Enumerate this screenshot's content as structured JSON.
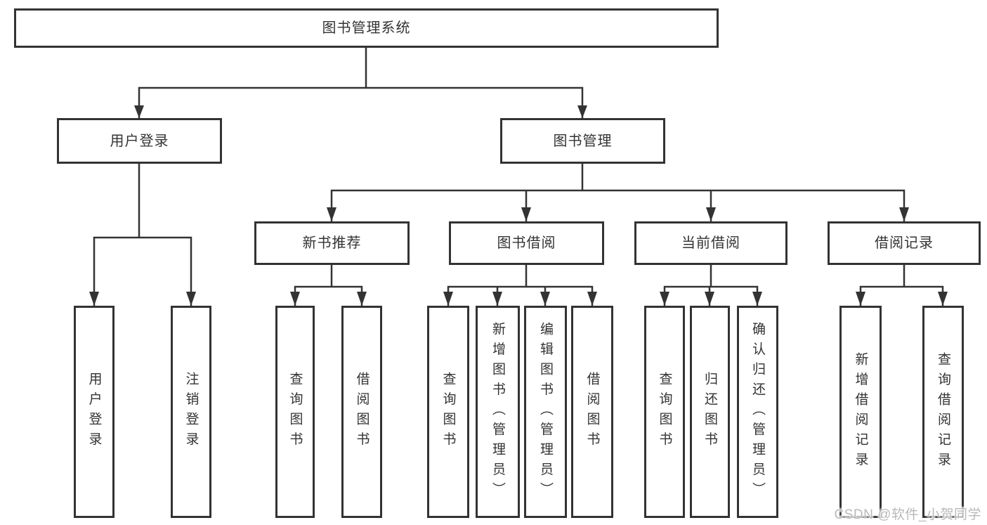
{
  "diagram": {
    "root": {
      "label": "图书管理系统"
    },
    "level2": [
      {
        "label": "用户登录"
      },
      {
        "label": "图书管理"
      }
    ],
    "level3": [
      {
        "label": "新书推荐"
      },
      {
        "label": "图书借阅"
      },
      {
        "label": "当前借阅"
      },
      {
        "label": "借阅记录"
      }
    ],
    "leaves": {
      "user_login": [
        {
          "label": "用户登录"
        },
        {
          "label": "注销登录"
        }
      ],
      "new_book_rec": [
        {
          "label": "查询图书"
        },
        {
          "label": "借阅图书"
        }
      ],
      "book_borrow": [
        {
          "label": "查询图书"
        },
        {
          "label": "新增图书（管理员）"
        },
        {
          "label": "编辑图书（管理员）"
        },
        {
          "label": "借阅图书"
        }
      ],
      "current_borrow": [
        {
          "label": "查询图书"
        },
        {
          "label": "归还图书"
        },
        {
          "label": "确认归还（管理员）"
        }
      ],
      "borrow_record": [
        {
          "label": "新增借阅记录"
        },
        {
          "label": "查询借阅记录"
        }
      ]
    }
  },
  "watermark": {
    "text": "CSDN @软件_小贺同学"
  },
  "colors": {
    "line": "#333333",
    "text": "#333333",
    "box_bg": "#ffffff",
    "page_bg": "#ffffff",
    "watermark": "#b9b9b9"
  }
}
